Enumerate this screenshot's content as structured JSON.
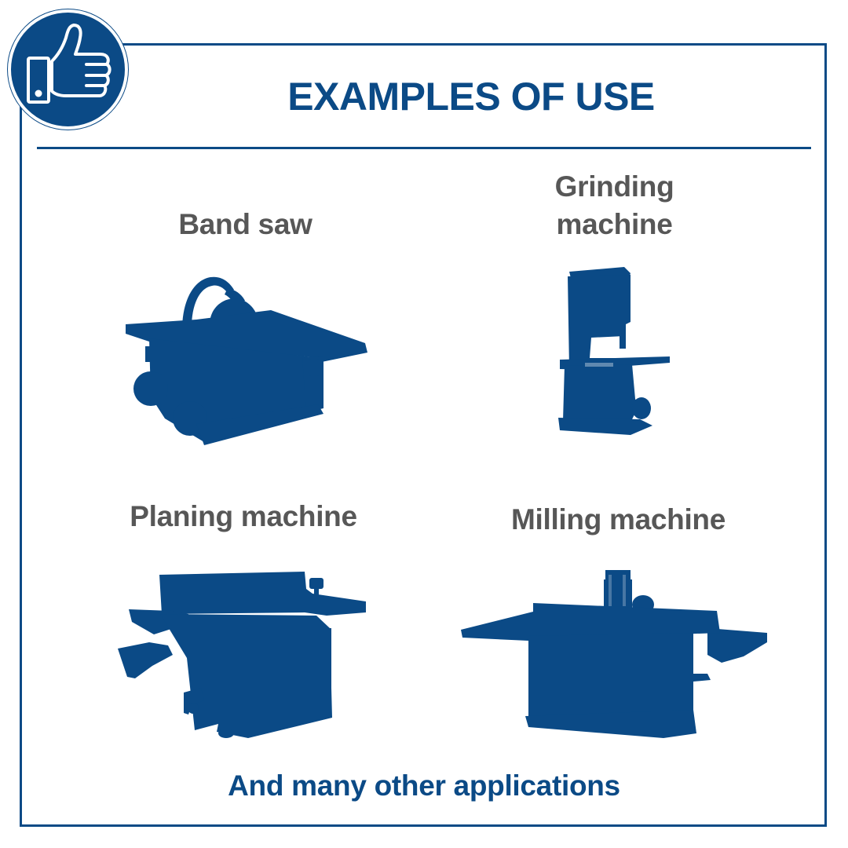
{
  "header": {
    "title": "EXAMPLES OF USE",
    "badge_icon": "thumbs-up-icon"
  },
  "machines": [
    {
      "label": "Band saw",
      "icon": "table-saw-silhouette"
    },
    {
      "label": "Grinding\nmachine",
      "icon": "band-saw-silhouette"
    },
    {
      "label": "Planing machine",
      "icon": "planer-silhouette"
    },
    {
      "label": "Milling machine",
      "icon": "jointer-silhouette"
    }
  ],
  "footer": {
    "text": "And many other applications"
  },
  "colors": {
    "brand_blue": "#0b4a86",
    "label_gray": "#575757",
    "background": "#ffffff"
  }
}
